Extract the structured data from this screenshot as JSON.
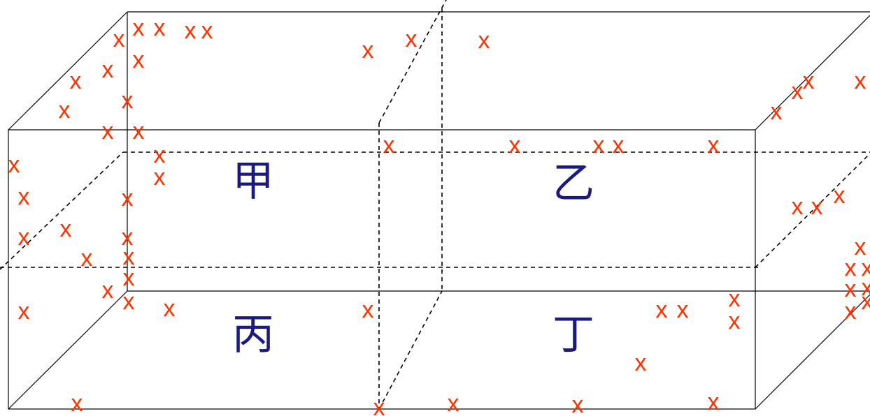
{
  "regions": {
    "jia": "甲",
    "yi": "乙",
    "bing": "丙",
    "ding": "丁"
  },
  "field_mark": "x",
  "colors": {
    "mark": "#ff3300",
    "label": "#1a1a80",
    "line": "#000000"
  }
}
